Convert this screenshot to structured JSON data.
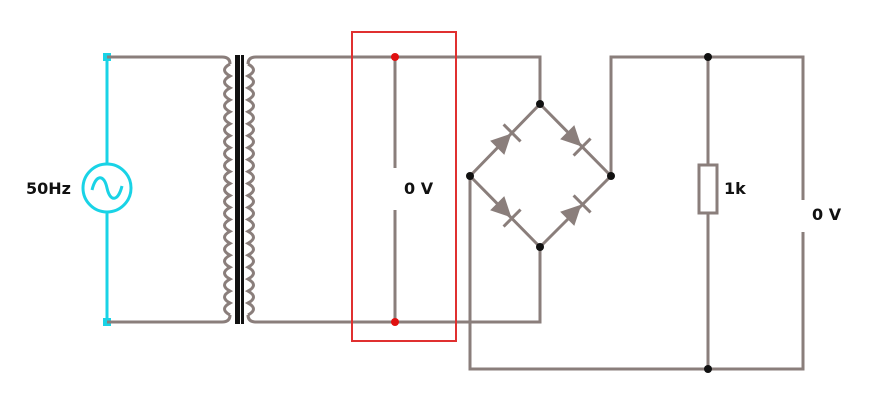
{
  "source": {
    "label": "50Hz"
  },
  "resistor": {
    "label": "1k"
  },
  "meters": {
    "probe": {
      "reading": "0 V"
    },
    "output": {
      "reading": "0 V"
    }
  },
  "colors": {
    "wire": "#8a7e7b",
    "source": "#19d3e6",
    "core": "#111111",
    "probe_dot": "#e01010",
    "highlight": "#e03030",
    "node": "#111111"
  }
}
